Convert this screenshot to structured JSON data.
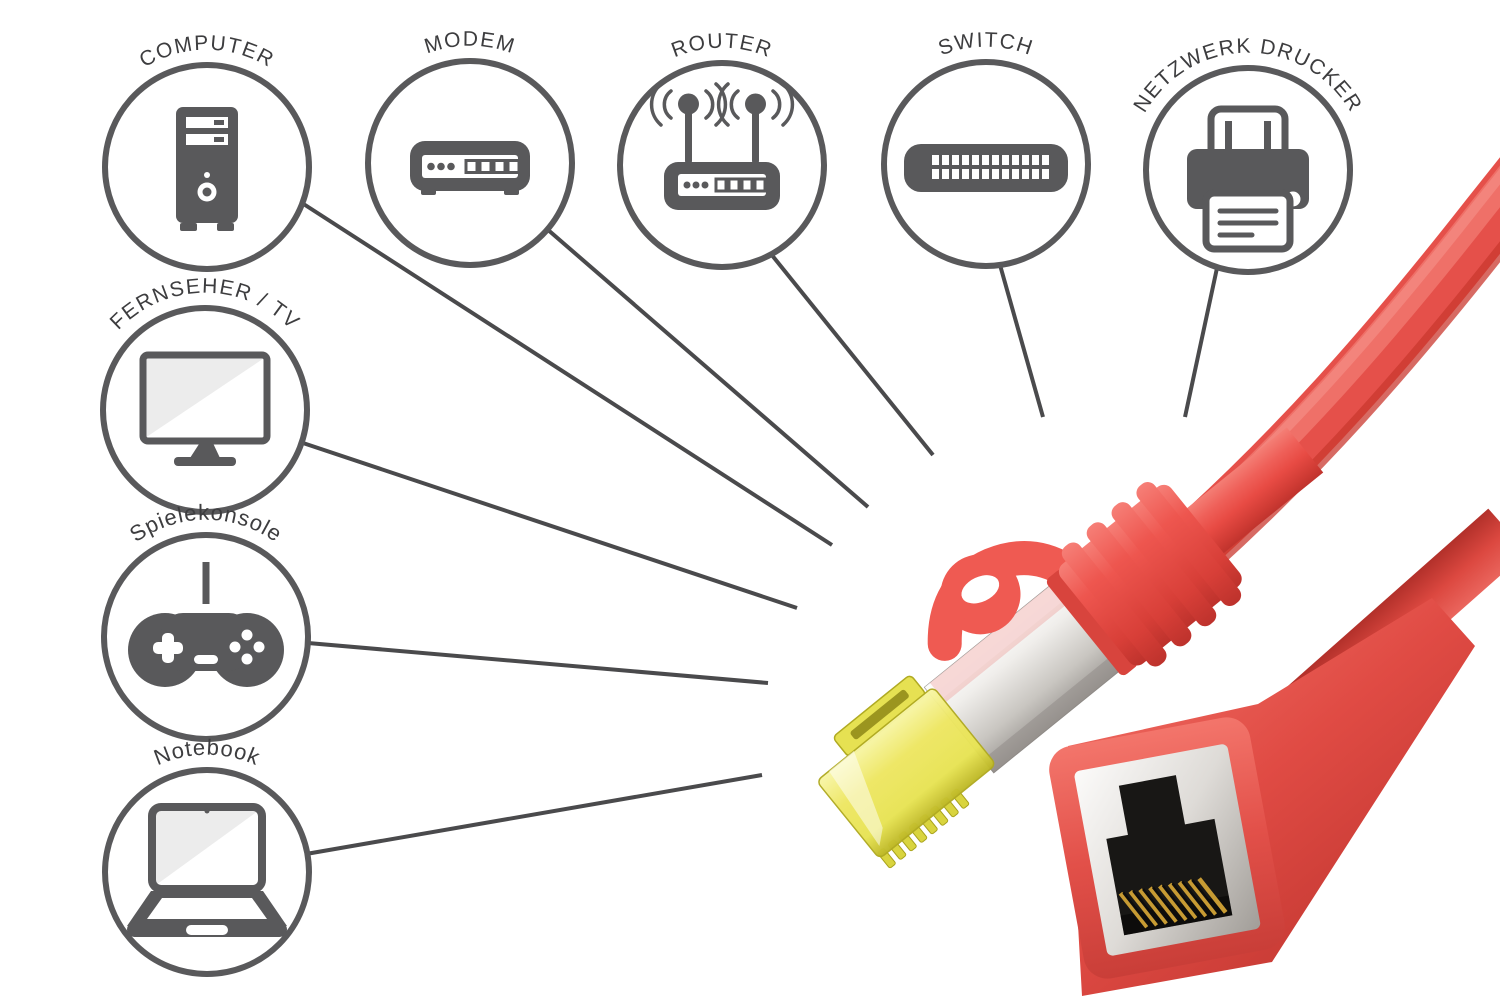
{
  "devices": [
    {
      "label": "COMPUTER",
      "icon": "desktop-tower-icon"
    },
    {
      "label": "MODEM",
      "icon": "modem-icon"
    },
    {
      "label": "ROUTER",
      "icon": "wifi-router-icon"
    },
    {
      "label": "SWITCH",
      "icon": "network-switch-icon"
    },
    {
      "label": "NETZWERK DRUCKER",
      "icon": "printer-icon"
    },
    {
      "label": "FERNSEHER / TV",
      "icon": "tv-icon"
    },
    {
      "label": "Spielekonsole",
      "icon": "gamepad-icon"
    },
    {
      "label": "Notebook",
      "icon": "laptop-icon"
    }
  ],
  "product": {
    "cable_parts": [
      "rj45-plug",
      "strain-relief-boot",
      "latch-hook",
      "metal-shield",
      "yellow-connector",
      "extension-coupler",
      "rj45-jack"
    ]
  },
  "colors": {
    "background": "#ffffff",
    "circle_gray": "#59595b",
    "line_gray": "#4a4a4c",
    "label_gray": "#3d3d3f",
    "icon_gray": "#59595b",
    "cable_red": "#e84b44",
    "cable_red_light": "#f3766d",
    "cable_red_dark": "#c23730",
    "plug_yellow": "#e8e454",
    "shield_silver": "#d9d6d2",
    "jack_black": "#181715",
    "pin_gold": "#c79b33"
  }
}
